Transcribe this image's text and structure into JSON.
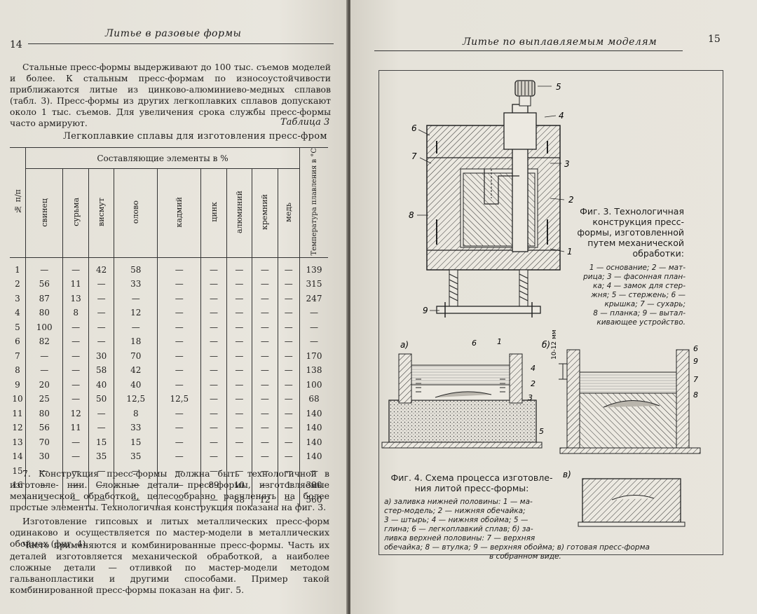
{
  "left": {
    "page_number": "14",
    "running_head": "Литье в разовые формы",
    "intro_lines": [
      "Стальные пресс-формы выдерживают до 100 тыс. съемов моделей и более.",
      "К стальным пресс-формам по износоустойчивости приближаются литые",
      "из цинково-алюминиево-медных сплавов (табл. 3). Пресс-формы из других",
      "легкоплавких сплавов допускают около 1 тыс. съемов. Для увеличения",
      "срока службы пресс-формы часто армируют."
    ],
    "table_caption": "Таблица 3",
    "table_title": "Легкоплавкие сплавы для изготовления пресс-фром",
    "table": {
      "col_number": "№ п/п",
      "group_header": "Составляющие элементы в %",
      "elements": [
        "свинец",
        "сурьма",
        "висмут",
        "олово",
        "кадмий",
        "цинк",
        "алюминий",
        "кремний",
        "медь"
      ],
      "col_temp": "Температура плавления в °С",
      "rows": [
        [
          "1",
          "—",
          "—",
          "42",
          "58",
          "—",
          "—",
          "—",
          "—",
          "—",
          "139"
        ],
        [
          "2",
          "56",
          "11",
          "—",
          "33",
          "—",
          "—",
          "—",
          "—",
          "—",
          "315"
        ],
        [
          "3",
          "87",
          "13",
          "—",
          "—",
          "—",
          "—",
          "—",
          "—",
          "—",
          "247"
        ],
        [
          "4",
          "80",
          "8",
          "—",
          "12",
          "—",
          "—",
          "—",
          "—",
          "—",
          "—"
        ],
        [
          "5",
          "100",
          "—",
          "—",
          "—",
          "—",
          "—",
          "—",
          "—",
          "—",
          "—"
        ],
        [
          "6",
          "82",
          "—",
          "—",
          "18",
          "—",
          "—",
          "—",
          "—",
          "—",
          "—"
        ],
        [
          "7",
          "—",
          "—",
          "30",
          "70",
          "—",
          "—",
          "—",
          "—",
          "—",
          "170"
        ],
        [
          "8",
          "—",
          "—",
          "58",
          "42",
          "—",
          "—",
          "—",
          "—",
          "—",
          "138"
        ],
        [
          "9",
          "20",
          "—",
          "40",
          "40",
          "—",
          "—",
          "—",
          "—",
          "—",
          "100"
        ],
        [
          "10",
          "25",
          "—",
          "50",
          "12,5",
          "12,5",
          "—",
          "—",
          "—",
          "—",
          "68"
        ],
        [
          "11",
          "80",
          "12",
          "—",
          "8",
          "—",
          "—",
          "—",
          "—",
          "—",
          "140"
        ],
        [
          "12",
          "56",
          "11",
          "—",
          "33",
          "—",
          "—",
          "—",
          "—",
          "—",
          "140"
        ],
        [
          "13",
          "70",
          "—",
          "15",
          "15",
          "—",
          "—",
          "—",
          "—",
          "—",
          "140"
        ],
        [
          "14",
          "30",
          "—",
          "35",
          "35",
          "—",
          "—",
          "—",
          "—",
          "—",
          "140"
        ],
        [
          "15",
          "—",
          "—",
          "—",
          "—",
          "—",
          "—",
          "—",
          "—",
          "—",
          "—"
        ],
        [
          "16",
          "—",
          "—",
          "—",
          "—",
          "—",
          "89",
          "10",
          "—",
          "1",
          "380"
        ],
        [
          "",
          "—",
          "—",
          "—",
          "—",
          "—",
          "—",
          "88",
          "12",
          "—",
          "560"
        ]
      ]
    },
    "section_lines": [
      "7. Конструкция пресс-формы должна быть технологичной в изготовле-",
      "нии. Сложные детали пресс-формы, изготовляемые механической обработкой,",
      "целесообразно расчленять на более простые элементы. Технологичная",
      "конструкция показана на фиг. 3.",
      "Изготовление гипсовых и литых металлических пресс-форм одинаково",
      "и осуществляется по мастер-модели в металлических обоймах (фиг. 4).",
      "Часто применяются и комбинированные пресс-формы. Часть их деталей",
      "изготовляется механической обработкой, а наиболее сложные детали —",
      "отливкой по мастер-модели методом гальванопластики и другими способами.",
      "Пример такой комбинированной пресс-формы показан на фиг. 5."
    ]
  },
  "right": {
    "page_number": "15",
    "running_head": "Литье по выплавляемым моделям",
    "fig3": {
      "caption_lines": [
        "Фиг. 3. Технологичная",
        "конструкция пресс-",
        "формы, изготовленной",
        "путем механической",
        "обработки:"
      ],
      "legend_lines": [
        "1 — основание; 2 — мат-",
        "рица; 3 — фасонная план-",
        "ка; 4 — замок для стер-",
        "жня; 5 — стержень; 6 —",
        "крышка; 7 — сухарь;",
        "8 — планка; 9 — вытал-",
        "кивающее устройство."
      ],
      "labels": [
        "1",
        "2",
        "3",
        "4",
        "5",
        "6",
        "7",
        "8",
        "9"
      ]
    },
    "fig4": {
      "caption_lines": [
        "Фиг. 4. Схема процесса изготовле-",
        "ния литой пресс-формы:"
      ],
      "legend_lines": [
        "а) заливка нижней половины: 1 — ма-",
        "стер-модель; 2 — нижняя обечайка;",
        "3 — штырь; 4 — нижняя обойма; 5 —",
        "глина; 6 — легкоплавкий сплав; б) за-",
        "ливка верхней половины: 7 — верхняя",
        "обечайка; 8 — втулка; 9 — верхняя обойма; в) готовая пресс-форма",
        "в собранном виде."
      ],
      "panel_a": "а)",
      "panel_b": "б)",
      "panel_c": "в)",
      "dim_label": "10-12 мм",
      "labels_a": [
        "6",
        "1",
        "4",
        "2",
        "3",
        "5"
      ],
      "labels_b": [
        "6",
        "9",
        "7",
        "8"
      ]
    }
  }
}
